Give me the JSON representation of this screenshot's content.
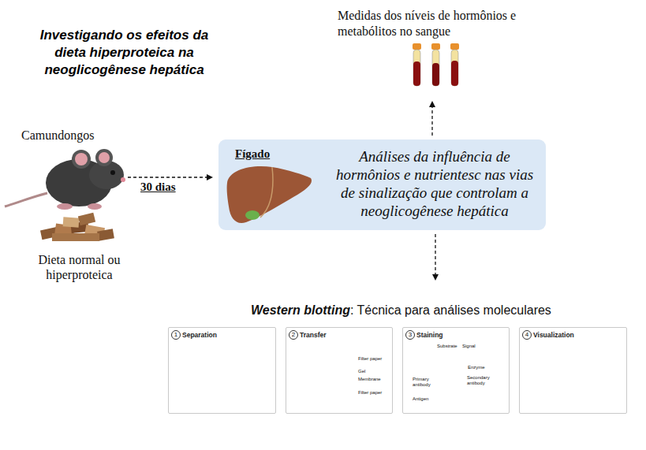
{
  "diagram": {
    "title": "Investigando os efeitos da dieta hiperproteica na neoglicogênese hepática",
    "nodes": [
      {
        "text": [
          "Fígado",
          "Análises da influência de hormônios e nutrientesc nas vias de sinalização que controlam a neoglicogênese hepática"
        ]
      },
      {
        "text": [
          "1",
          "Separation"
        ]
      },
      {
        "text": [
          "2",
          "Transfer"
        ]
      },
      {
        "text": [
          "3",
          "Staining"
        ]
      },
      {
        "text": [
          "4",
          "Visualization"
        ]
      }
    ],
    "labels": [
      "Medidas dos níveis de hormônios e metabólitos no sangue",
      "Camundongos",
      "Dieta normal ou hiperproteica",
      "30 dias",
      "Western blotting",
      ": Técnica para análises moleculares",
      "Filter paper",
      "Gel",
      "Membrane",
      "Filter paper",
      "Substrate",
      "Signal",
      "Enzyme",
      "Secondary antibody",
      "Primary antibody",
      "Antigen"
    ]
  }
}
